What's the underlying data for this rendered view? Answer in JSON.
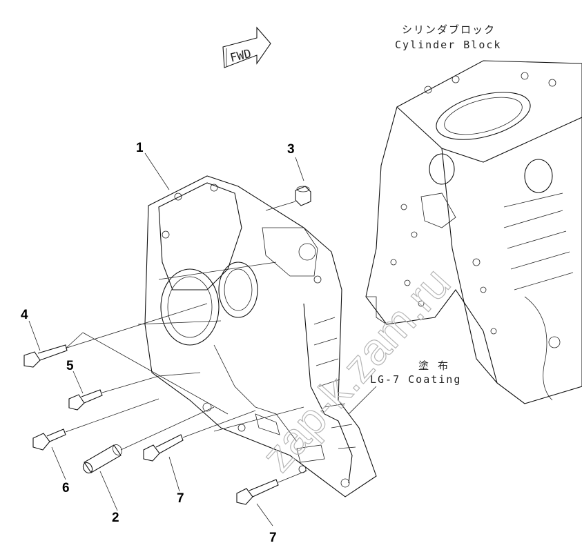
{
  "direction_marker": {
    "text": "FWD"
  },
  "cylinder_block_label": {
    "jp": "シリンダブロック",
    "en": "Cylinder Block"
  },
  "coating_label": {
    "jp": "塗 布",
    "en": "LG-7 Coating"
  },
  "callouts": [
    {
      "id": "1"
    },
    {
      "id": "2"
    },
    {
      "id": "3"
    },
    {
      "id": "4"
    },
    {
      "id": "5"
    },
    {
      "id": "6"
    },
    {
      "id": "7"
    },
    {
      "id": "7"
    }
  ],
  "watermark": {
    "text": "zap-k.zam.ru"
  }
}
